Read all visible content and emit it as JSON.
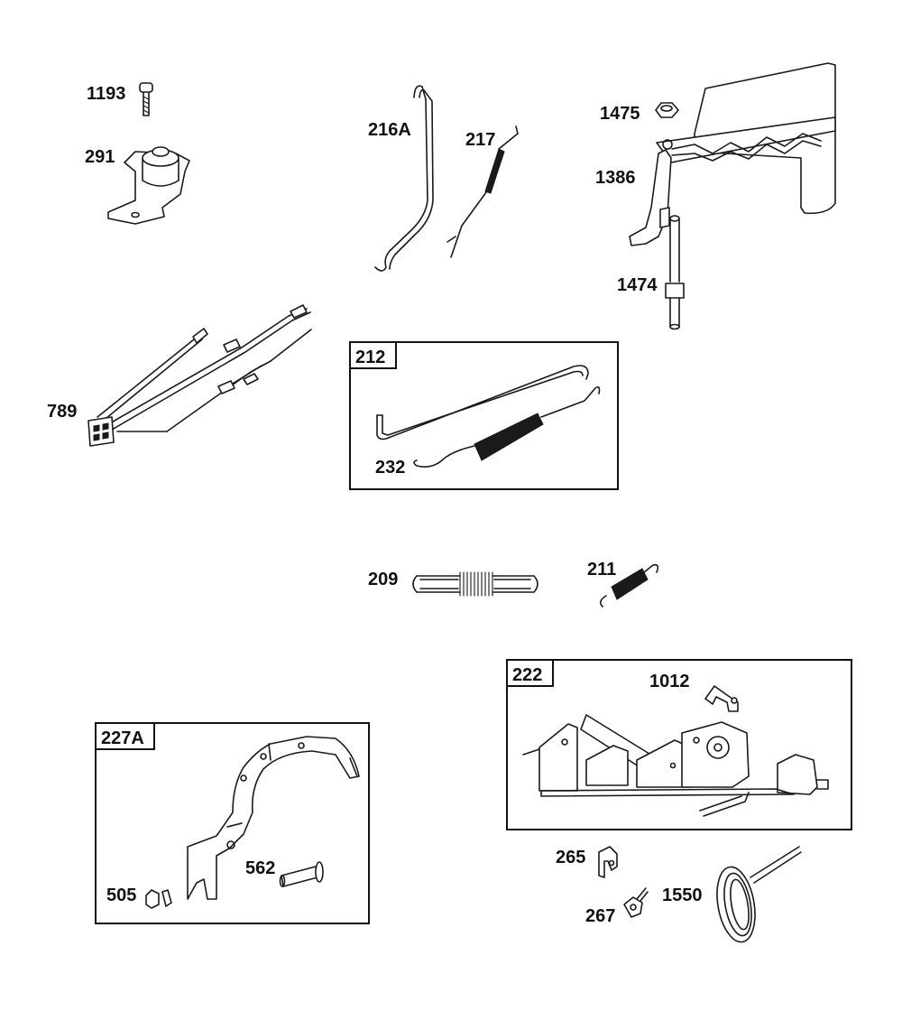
{
  "parts": {
    "p1193": "1193",
    "p291": "291",
    "p216A": "216A",
    "p217": "217",
    "p1475": "1475",
    "p1386": "1386",
    "p1474": "1474",
    "p789": "789",
    "p212": "212",
    "p232": "232",
    "p209": "209",
    "p211": "211",
    "p222": "222",
    "p1012": "1012",
    "p227A": "227A",
    "p562": "562",
    "p505": "505",
    "p265": "265",
    "p267": "267",
    "p1550": "1550"
  }
}
